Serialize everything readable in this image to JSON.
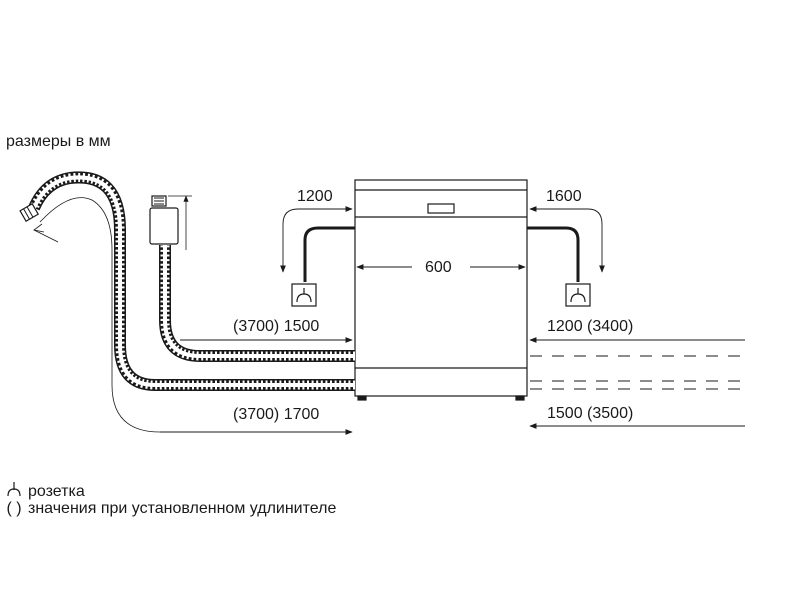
{
  "units_note": "размеры в мм",
  "dimensions": {
    "width": "600",
    "left_drop": "1200",
    "right_drop": "1600",
    "left_upper": "(3700) 1500",
    "left_lower": "(3700) 1700",
    "right_upper": "1200 (3400)",
    "right_lower": "1500 (3500)"
  },
  "legend": {
    "socket_symbol_label": "розетка",
    "brackets_symbol": "( )",
    "brackets_label": "значения при установленном удлинителе"
  },
  "colors": {
    "line": "#1a1a1a",
    "hose_fill": "#ffffff"
  },
  "icons": [
    "hose-icon",
    "drain-hose-icon",
    "socket-icon",
    "arrow-icon"
  ]
}
